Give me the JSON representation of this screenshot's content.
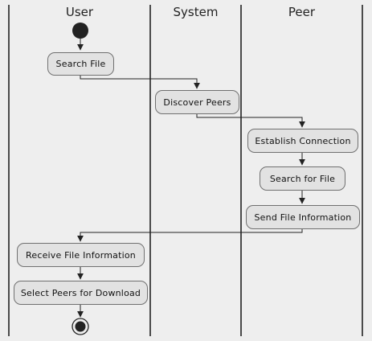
{
  "swimlanes": [
    {
      "title": "User"
    },
    {
      "title": "System"
    },
    {
      "title": "Peer"
    }
  ],
  "activities": [
    {
      "id": "search_file",
      "label": "Search File",
      "lane": "User"
    },
    {
      "id": "discover_peers",
      "label": "Discover Peers",
      "lane": "System"
    },
    {
      "id": "establish_connection",
      "label": "Establish Connection",
      "lane": "Peer"
    },
    {
      "id": "search_for_file",
      "label": "Search for File",
      "lane": "Peer"
    },
    {
      "id": "send_file_information",
      "label": "Send File Information",
      "lane": "Peer"
    },
    {
      "id": "receive_file_information",
      "label": "Receive File Information",
      "lane": "User"
    },
    {
      "id": "select_peers",
      "label": "Select Peers for Download",
      "lane": "User"
    }
  ],
  "colors": {
    "background": "#eeeeee",
    "node_fill": "#e2e2e2",
    "node_border": "#707070",
    "line": "#222222"
  }
}
